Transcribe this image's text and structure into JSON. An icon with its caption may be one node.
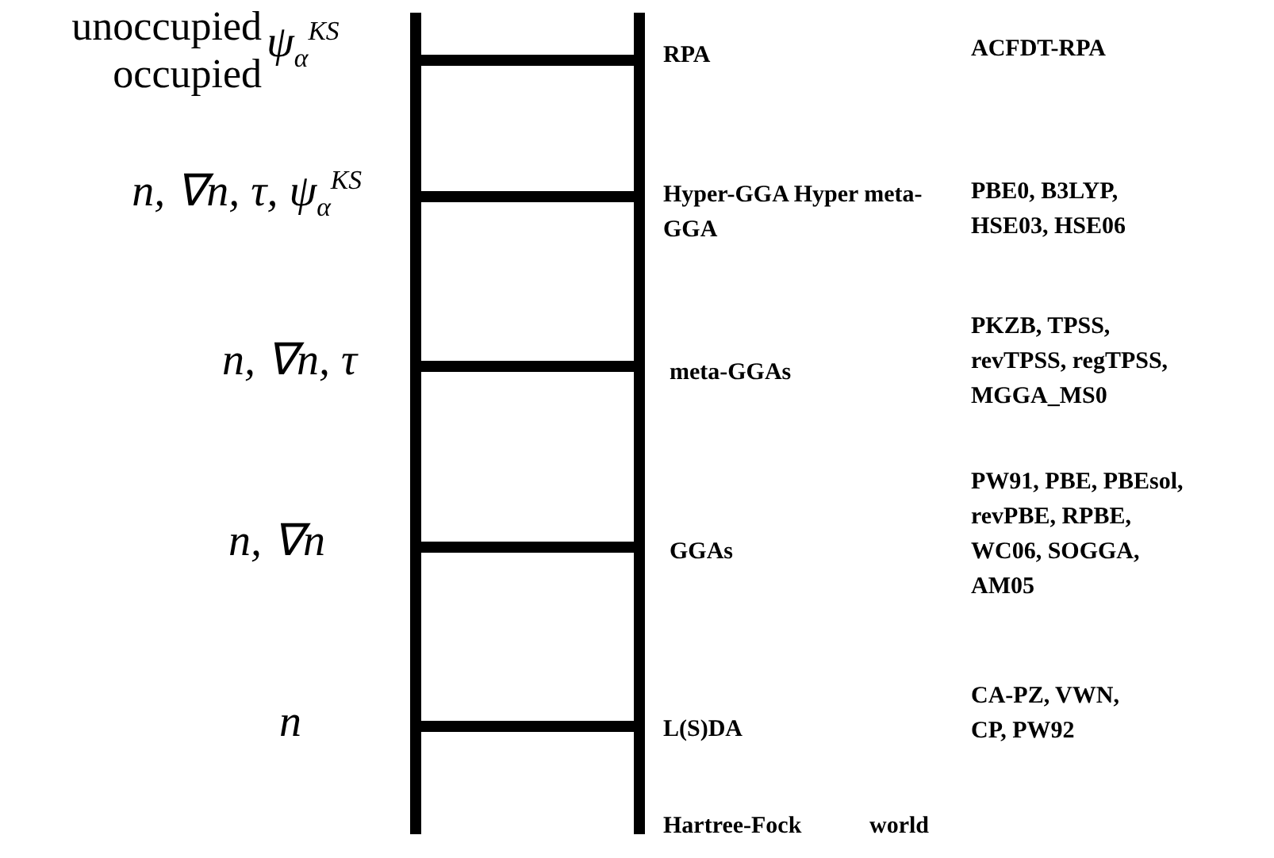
{
  "diagram": {
    "labels": [
      "unoccupied",
      "occupied",
      "ψ$_{α}$$^{KS}$",
      "RPA",
      "ACFDT-RPA",
      "n, ∇n, τ, ψ$_{α}$$^{KS}$",
      "Hyper-GGA Hyper meta-GGA",
      "PBE0, B3LYP, HSE03, HSE06",
      "n, ∇n, τ",
      "meta-GGAs",
      "PKZB, TPSS, revTPSS, regTPSS, MGGA_MS0",
      "n, ∇n",
      "GGAs",
      "PW91, PBE, PBEsol, revPBE, RPBE, WC06, SOGGA, AM05",
      "n",
      "L(S)DA",
      "CA-PZ, VWN, CP, PW92",
      "Hartree-Fock",
      "world"
    ]
  }
}
